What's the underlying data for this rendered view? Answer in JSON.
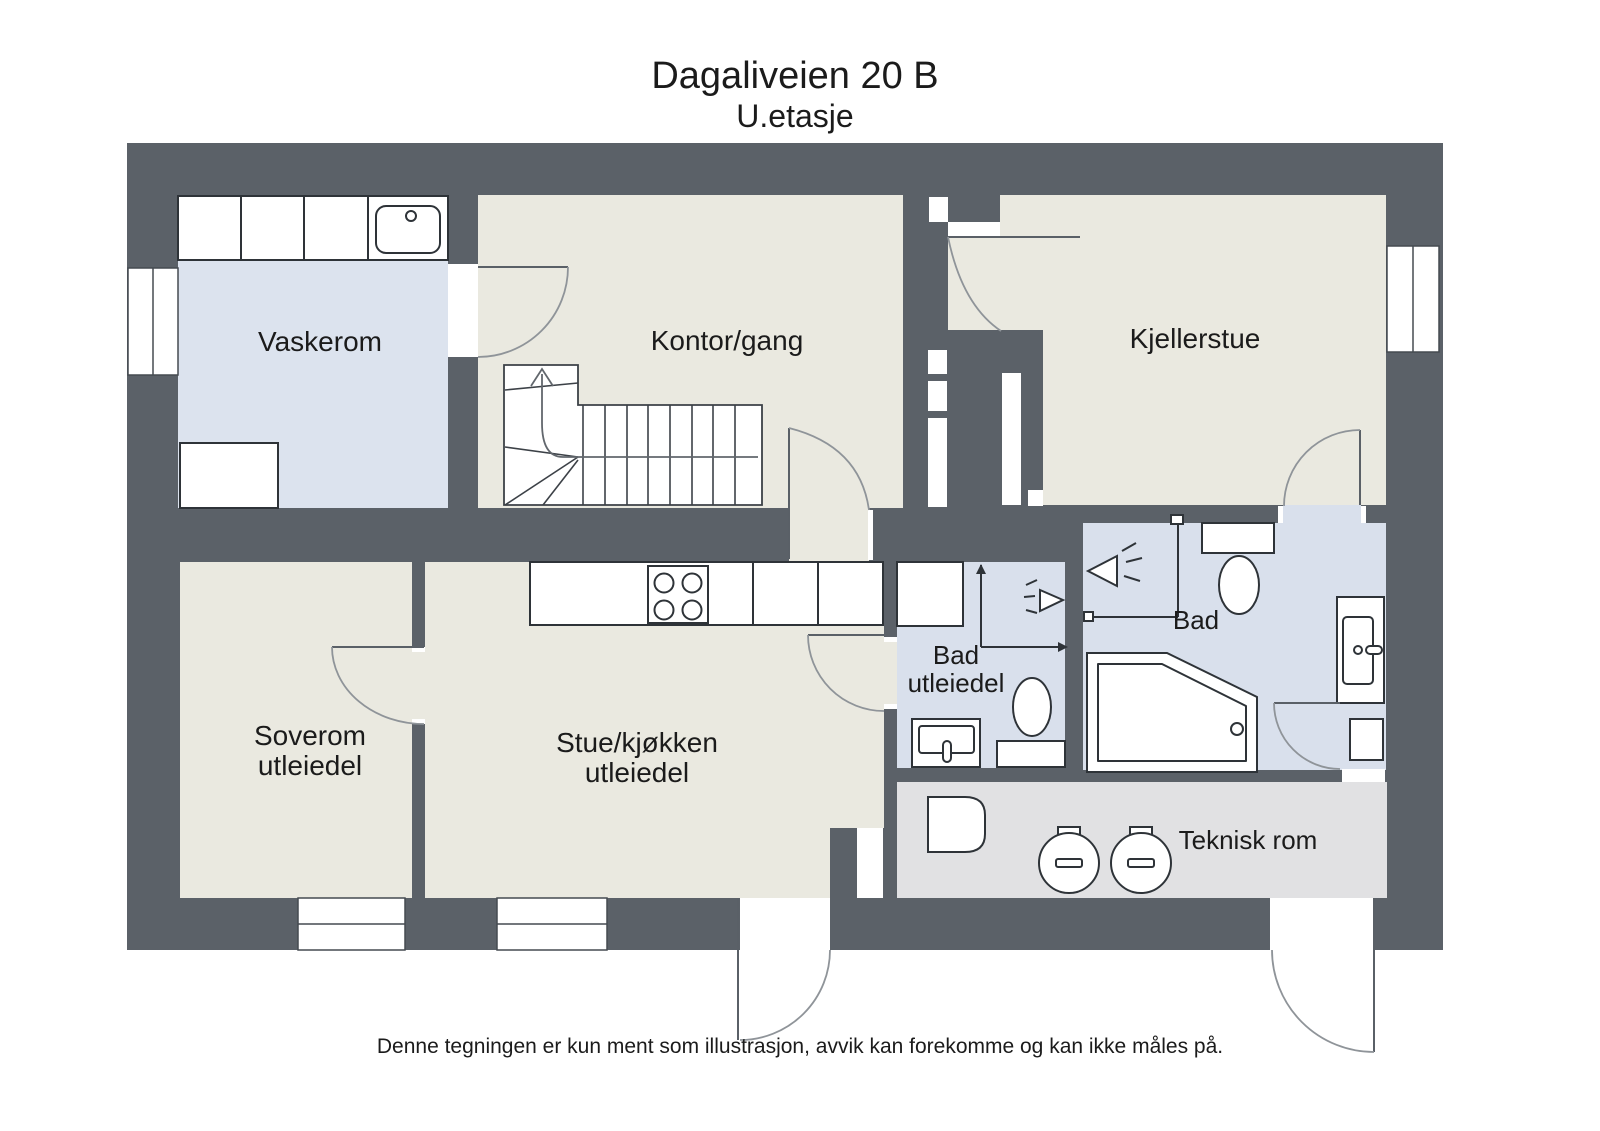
{
  "title": {
    "line1": "Dagaliveien 20 B",
    "line2": "U.etasje"
  },
  "rooms": {
    "vaskerom": {
      "label": "Vaskerom"
    },
    "kontor_gang": {
      "label": "Kontor/gang"
    },
    "kjellerstue": {
      "label": "Kjellerstue"
    },
    "soverom": {
      "label_line1": "Soverom",
      "label_line2": "utleiedel"
    },
    "stue_kjokken": {
      "label_line1": "Stue/kjøkken",
      "label_line2": "utleiedel"
    },
    "bad_utleiedel": {
      "label_line1": "Bad",
      "label_line2": "utleiedel"
    },
    "bad": {
      "label": "Bad"
    },
    "teknisk_rom": {
      "label": "Teknisk rom"
    }
  },
  "footer": {
    "disclaimer": "Denne tegningen er kun ment som illustrasjon, avvik kan forekomme og kan ikke måles på."
  },
  "colors": {
    "wall": "#5b6168",
    "floor_beige": "#eae9e0",
    "floor_blue": "#d9e0ec",
    "floor_blue_light": "#dce3ee",
    "floor_gray": "#e1e1e3",
    "white": "#ffffff"
  },
  "icons": {
    "fixtures": [
      "staircase",
      "stair-direction-arrow",
      "kitchen-counter",
      "stove",
      "laundry-counter",
      "sink",
      "toilet",
      "bathtub",
      "washbasin",
      "shower-head",
      "shower-glass",
      "water-heater",
      "appliance",
      "window",
      "door-swing-arc"
    ]
  }
}
